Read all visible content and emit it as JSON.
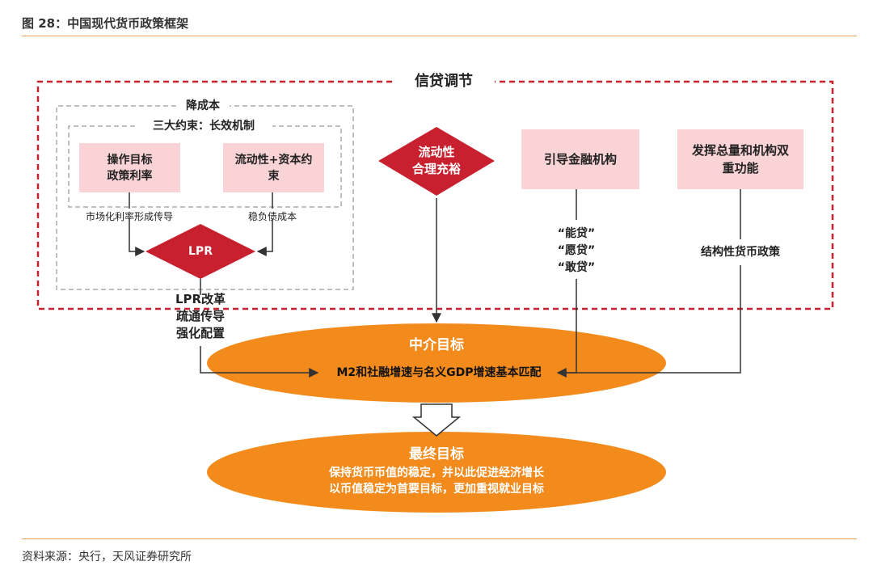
{
  "figure_title": "图 28：中国现代货币政策框架",
  "source": "资料来源：央行，天风证券研究所",
  "credit_adjustment": {
    "title": "信贷调节"
  },
  "reduce_cost": {
    "title": "降成本",
    "inner_title": "三大约束：长效机制",
    "box1": "操作目标\n政策利率",
    "box2": "流动性+资本约\n束",
    "label_left": "市场化利率形成传导",
    "label_right": "稳负债成本",
    "lpr": "LPR"
  },
  "lpr_reform": "LPR改革\n疏通传导\n强化配置",
  "liquidity": "流动性\n合理充裕",
  "guide_box": "引导金融机构",
  "dual_box": "发挥总量和机构双\n重功能",
  "three_loans": "“能贷”\n“愿贷”\n“敢贷”",
  "structural": "结构性货币政策",
  "intermediate": {
    "title": "中介目标",
    "text": "M2和社融增速与名义GDP增速基本匹配"
  },
  "final": {
    "title": "最终目标",
    "text": "保持货币币值的稳定，并以此促进经济增长\n以币值稳定为首要目标，更加重视就业目标"
  },
  "colors": {
    "red": "#c8202e",
    "orange": "#f28a1c",
    "pink": "#f9d3d6",
    "rule": "#e8a15a"
  }
}
